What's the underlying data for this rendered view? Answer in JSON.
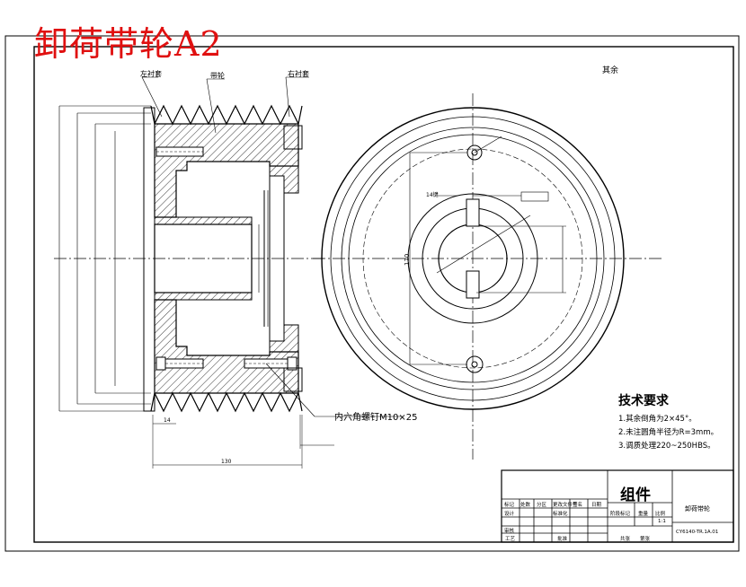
{
  "title": "卸荷带轮A2",
  "labels": {
    "left_cover": "左衬套",
    "pulley": "带轮",
    "right_cover": "右衬套",
    "rest_rough": "其余",
    "bolt_note": "内六角螺钉M10×25",
    "width_dim": "130",
    "offset_dim": "14",
    "key_note": "14键",
    "center_dim": "170"
  },
  "tech_requirements": {
    "heading": "技术要求",
    "items": [
      "1.其余倒角为2×45°。",
      "2.未注圆角半径为R=3mm。",
      "3.调质处理220~250HBS。"
    ]
  },
  "title_block": {
    "assembly": "组件",
    "name": "卸荷带轮",
    "scale": "1:1",
    "rows_top": [
      "标记",
      "处数",
      "分区",
      "更改文件号",
      "签名",
      "日期"
    ],
    "rows_mid": [
      "设计",
      "标准化",
      "",
      "阶段标记",
      "重量",
      "比例"
    ],
    "rows_low": [
      "审核",
      "",
      "",
      "",
      "共张",
      "第张"
    ],
    "process": "工艺",
    "approve": "批准",
    "code": "CY6140-TR.1A.01"
  },
  "colors": {
    "line": "#000000",
    "title": "#e01010",
    "hatch": "#000000"
  }
}
